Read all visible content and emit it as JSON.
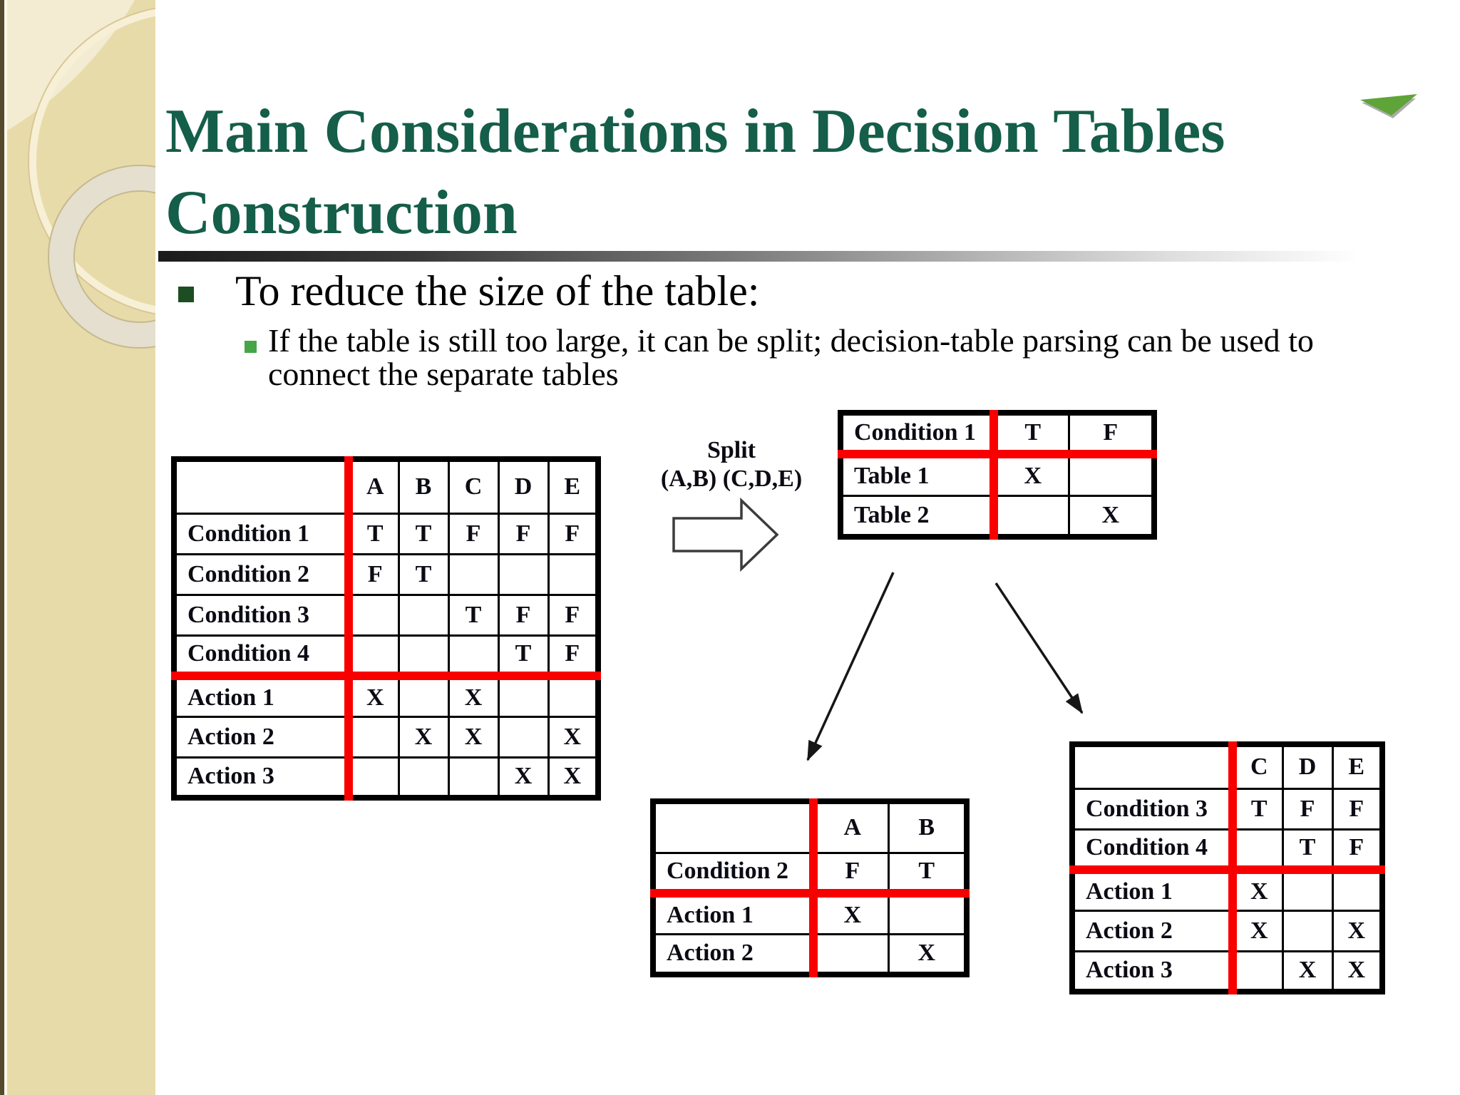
{
  "slide": {
    "title": {
      "line1": "Main Considerations in Decision Tables",
      "line2": "Construction"
    },
    "bullet": {
      "text": "To reduce the size of the table:"
    },
    "sub_bullet": {
      "text": "If the table is still too large, it can be split; decision-table parsing can be used to connect the separate tables"
    },
    "split_label": {
      "line1": "Split",
      "line2": "(A,B) (C,D,E)"
    }
  },
  "tables": {
    "main": {
      "columns": [
        "",
        "A",
        "B",
        "C",
        "D",
        "E"
      ],
      "rows": [
        {
          "label": "Condition 1",
          "section": "condition",
          "cells": [
            "T",
            "T",
            "F",
            "F",
            "F"
          ]
        },
        {
          "label": "Condition 2",
          "section": "condition",
          "cells": [
            "F",
            "T",
            "",
            "",
            ""
          ]
        },
        {
          "label": "Condition 3",
          "section": "condition",
          "cells": [
            "",
            "",
            "T",
            "F",
            "F"
          ]
        },
        {
          "label": "Condition 4",
          "section": "condition",
          "cells": [
            "",
            "",
            "",
            "T",
            "F"
          ]
        },
        {
          "label": "Action 1",
          "section": "action",
          "cells": [
            "X",
            "",
            "X",
            "",
            ""
          ]
        },
        {
          "label": "Action 2",
          "section": "action",
          "cells": [
            "",
            "X",
            "X",
            "",
            "X"
          ]
        },
        {
          "label": "Action 3",
          "section": "action",
          "cells": [
            "",
            "",
            "",
            "X",
            "X"
          ]
        }
      ]
    },
    "split_result": {
      "rows": [
        {
          "label": "Condition 1",
          "section": "condition",
          "cells": [
            "T",
            "F"
          ]
        },
        {
          "label": "Table 1",
          "section": "action",
          "cells": [
            "X",
            ""
          ]
        },
        {
          "label": "Table 2",
          "section": "action",
          "cells": [
            "",
            "X"
          ]
        }
      ]
    },
    "table_ab": {
      "columns": [
        "",
        "A",
        "B"
      ],
      "rows": [
        {
          "label": "Condition 2",
          "section": "condition",
          "cells": [
            "F",
            "T"
          ]
        },
        {
          "label": "Action 1",
          "section": "action",
          "cells": [
            "X",
            ""
          ]
        },
        {
          "label": "Action 2",
          "section": "action",
          "cells": [
            "",
            "X"
          ]
        }
      ]
    },
    "table_cde": {
      "columns": [
        "",
        "C",
        "D",
        "E"
      ],
      "rows": [
        {
          "label": "Condition 3",
          "section": "condition",
          "cells": [
            "T",
            "F",
            "F"
          ]
        },
        {
          "label": "Condition 4",
          "section": "condition",
          "cells": [
            "",
            "T",
            "F"
          ]
        },
        {
          "label": "Action 1",
          "section": "action",
          "cells": [
            "X",
            "",
            ""
          ]
        },
        {
          "label": "Action 2",
          "section": "action",
          "cells": [
            "X",
            "",
            "X"
          ]
        },
        {
          "label": "Action 3",
          "section": "action",
          "cells": [
            "",
            "X",
            "X"
          ]
        }
      ]
    }
  },
  "colors": {
    "table_red": "#f80000",
    "title_green": "#155e49",
    "bullet_dark_green": "#1c4e21",
    "sub_bullet_green": "#46a546",
    "leaf_green": "#5ea438"
  }
}
